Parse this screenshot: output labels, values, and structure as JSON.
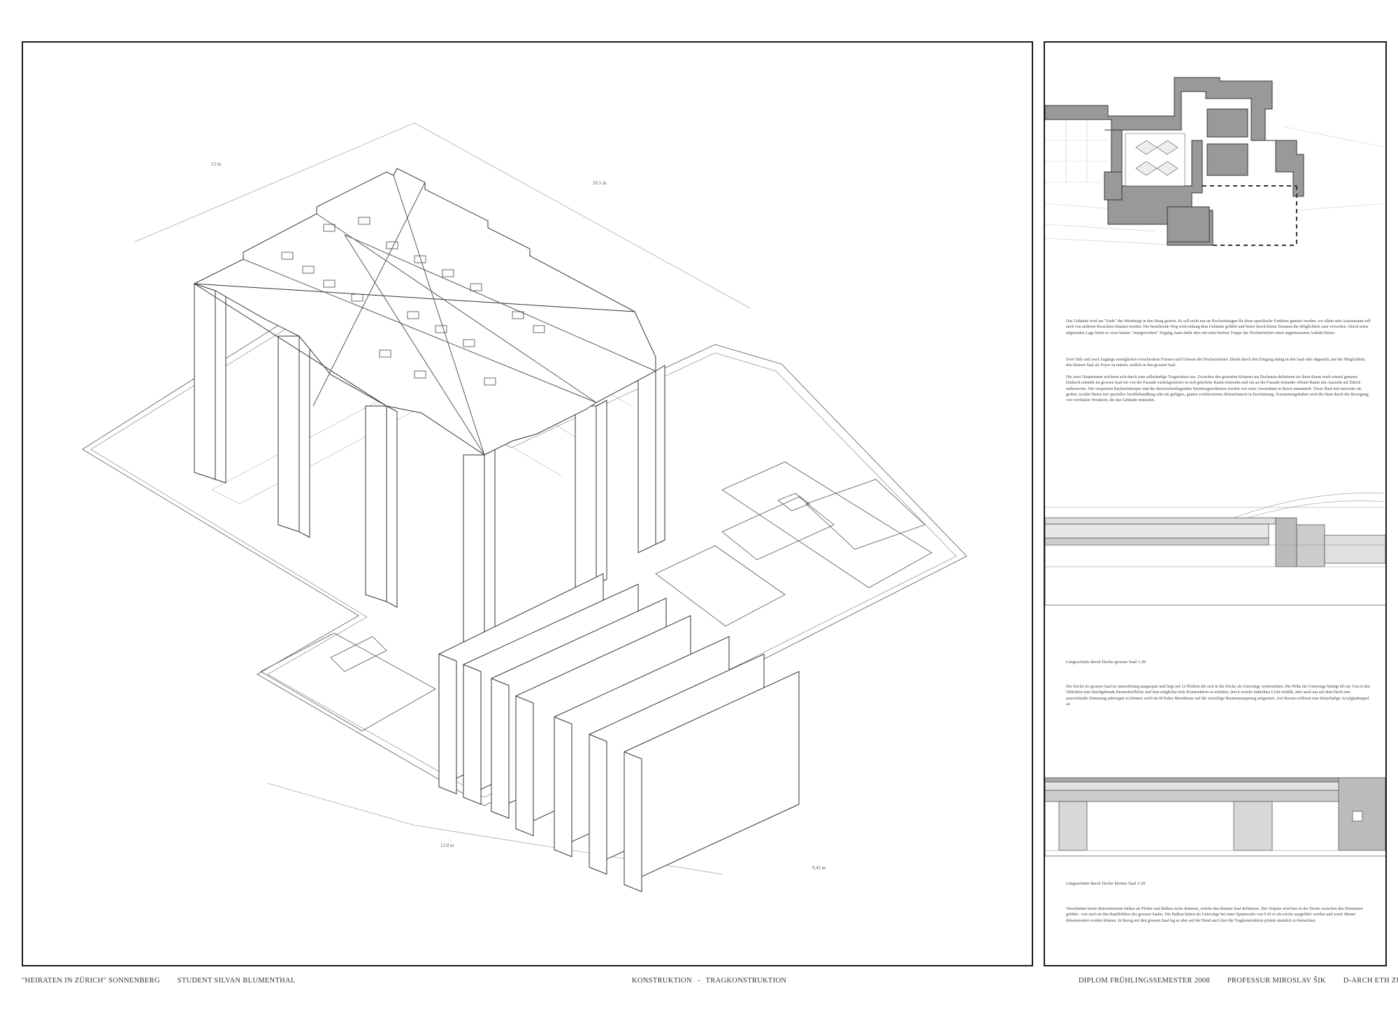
{
  "drawing": {
    "dimensions": {
      "top_left": "12 m",
      "top_right": "16.5 m",
      "bottom_left": "12.8 m",
      "bottom_right": "9.45 m"
    }
  },
  "side_panel": {
    "para1": "Das Gebäude wird am \"Ende\" des Weinbergs in den Hang gesetzt. Es soll nicht nur an Hochzeitstagen für diese spezifische Funktion genutzt werden, vor allem sein Aussenraum soll auch von anderen Besuchern benutzt werden. Der bestehende Weg wird entlang dem Gebäude geführt und bietet durch kleine Terassen die Möglichkeit zum verweilen. Durch seine abgesenkte Lage bietet es zwar keinen \"autogerechten\" Zugang, kann dafür aber mit einer breiten Treppe der Hochzeitsfeier einen angemessenen Auftakt bieten.",
    "para2": "Zwei Säle und zwei Zugänge ermöglichen verschiedene Formen und Grössen der Hochzeitsfeier. Direkt durch den Eingang mittig in den Saal oder abgestuft, mit der Möglichkeit, den kleinen Saal als Foyer zu nutzen, seitlich in den grossen Saal.",
    "para3": "Die zwei Haupträume zeichnen sich durch eine selbständige Tragstruktur aus. Zwischen den gesetzten Körpern aus Backstein definieren sie ihren Raum noch einmal genauer. Dadurch entsteht im grossen Saal ein von der Fassade zurückgesetzter in sich gekehrter Raum einerseits und ein an die Fassade tretender offener Raum mit Aussicht auf Zürich andererseits. Die verputzten Backsteinkörper und die dazwischenliegenden Betontragstrukturen werden von einer Aussenhaut in Beton ummantelt. Diese Haut tritt entweder als grober, textiler Beton mit spezieller Nachbehandlung oder als gefügtes, glattes vorfabriziertes Betonelement in Erscheinung. Zusammengehalten wird die Haut durch die Bewegung von vertikalen Versätzen, die das Gebäude umlaufen.",
    "caption1": "Längsschnitt durch Decke grosser Saal 1:20",
    "para4": "Die Decke im grossen Saal ist rautenförmig ausgespart und liegt auf 12 Pfeilern die sich in die Decke als Unterzüge weiterziehen. Die Höhe der Unterzüge beträgt 60 cm. Um in den Oblichten eine durchgehende Betonoberfläche und eine möglichst tiefe Konstruktion zu erhalten, durch welche indirektes Licht einfällt, aber auch um auf dem Dach eine ausreichende Dämmung anbringen zu können wird ein 40 hoher Betonkranz auf die vierteilige Rautenaussparung aufgesetzt. Auf diesem schliesst eine dreischalige Acrylglaskuppel an.",
    "caption2": "Längsschnitt durch Decke kleiner Saal 1:20",
    "para5": "Verschieden breite Betonelemente bilden als Pfeiler und Balken sechs Rahmen, welche den kleinen Saal definieren. Der Verputz wird hier in der Decke zwischen den Elementen geführt - wie auch an den Randfeldern des grossen Saales. Die Balken hätten als Unterzüge bei einer Spannweite von 9.45 m als solche ausgeführt werden und somit dünner dimensioniert werden können. In Bezug auf den grossen Saal lag es aber auf der Hand auch hier die Tragkonstruktion primär räumlich zu betrachten."
  },
  "footer": {
    "project": "\"HEIRATEN IN ZÜRICH\" SONNENBERG",
    "student": "STUDENT  SILVAN BLUMENTHAL",
    "topic": "KONSTRUKTION",
    "separator": "-",
    "subtopic": "TRAGKONSTRUKTION",
    "semester": "DIPLOM FRÜHLINGSSEMESTER 2008",
    "professor": "PROFESSUR MIROSLAV ŠIK",
    "school": "D-ARCH ETH ZÜRICH"
  }
}
